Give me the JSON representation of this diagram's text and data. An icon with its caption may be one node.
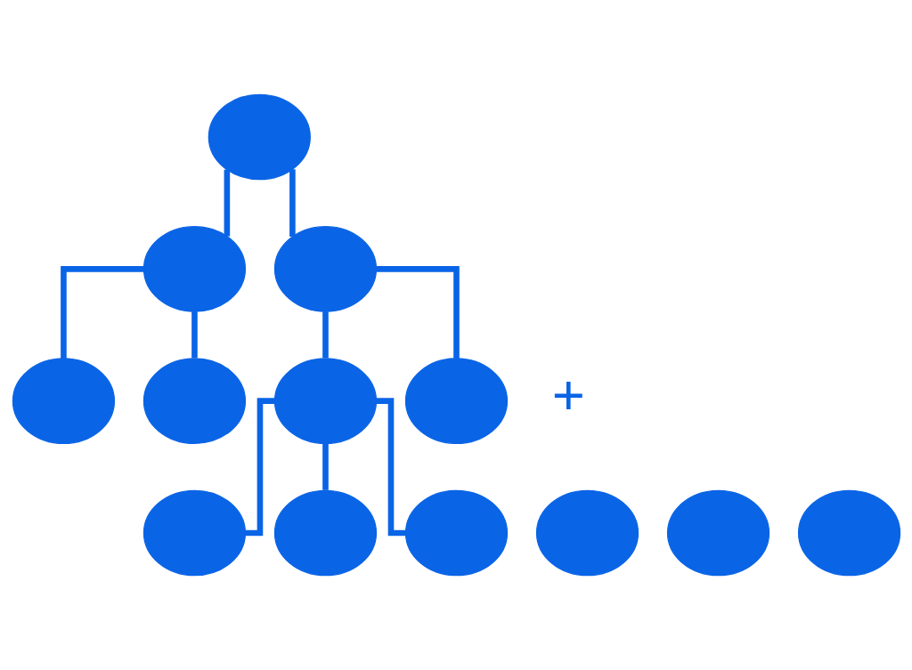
{
  "diagram": {
    "nodes": [
      {
        "text": [],
        "shape": "circle"
      },
      {
        "text": [],
        "shape": "circle"
      },
      {
        "text": [],
        "shape": "circle"
      },
      {
        "text": [],
        "shape": "circle"
      },
      {
        "text": [],
        "shape": "circle"
      },
      {
        "text": [],
        "shape": "circle"
      },
      {
        "text": [],
        "shape": "circle"
      },
      {
        "text": [],
        "shape": "circle"
      },
      {
        "text": [],
        "shape": "circle"
      },
      {
        "text": [],
        "shape": "circle"
      },
      {
        "text": [],
        "shape": "circle"
      },
      {
        "text": [],
        "shape": "circle"
      },
      {
        "text": [],
        "shape": "circle"
      }
    ],
    "edges": [
      {
        "from": 0,
        "to": 1,
        "arrow": "none"
      },
      {
        "from": 0,
        "to": 2,
        "arrow": "none"
      },
      {
        "from": 1,
        "to": 3,
        "arrow": "none"
      },
      {
        "from": 1,
        "to": 4,
        "arrow": "none"
      },
      {
        "from": 2,
        "to": 5,
        "arrow": "none"
      },
      {
        "from": 2,
        "to": 6,
        "arrow": "none"
      },
      {
        "from": 5,
        "to": 9,
        "arrow": "none"
      },
      {
        "from": 5,
        "to": 11,
        "arrow": "none"
      },
      {
        "from": 5,
        "to": 12,
        "arrow": "none"
      }
    ],
    "labels": [
      "+"
    ]
  }
}
